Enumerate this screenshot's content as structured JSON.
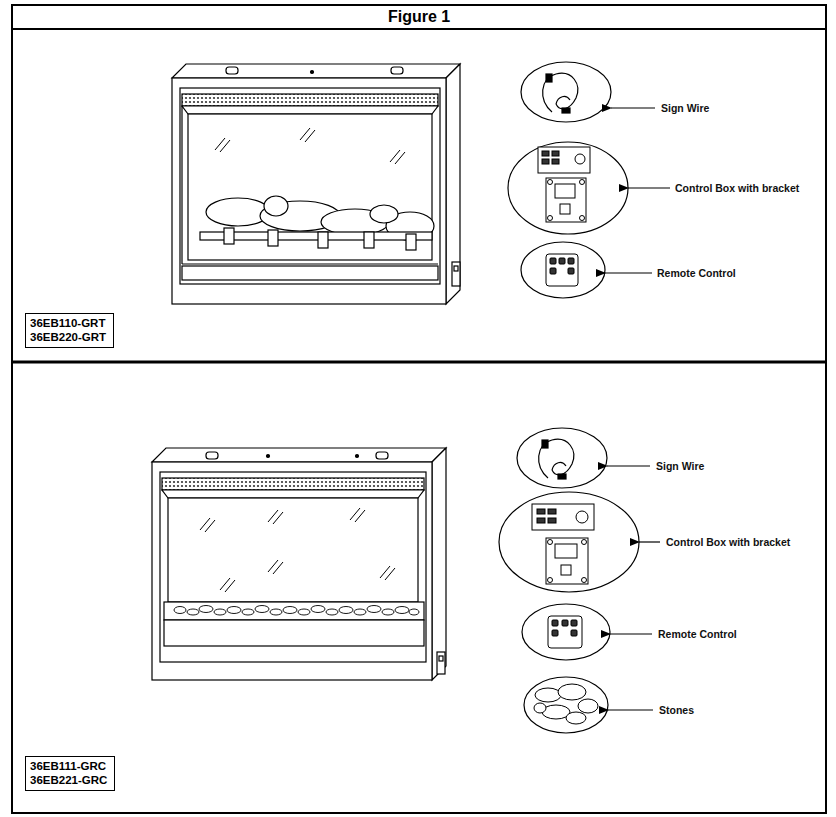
{
  "diagram": {
    "title": "Figure 1",
    "nodes": [
      {
        "text": [
          "36EB110-GRT",
          "36EB220-GRT"
        ]
      },
      {
        "text": [
          "36EB111-GRC",
          "36EB221-GRC"
        ]
      }
    ],
    "labels": [
      "Sign Wire",
      "Control Box with bracket",
      "Remote Control",
      "Sign Wire",
      "Control Box with bracket",
      "Remote Control",
      "Stones"
    ]
  }
}
